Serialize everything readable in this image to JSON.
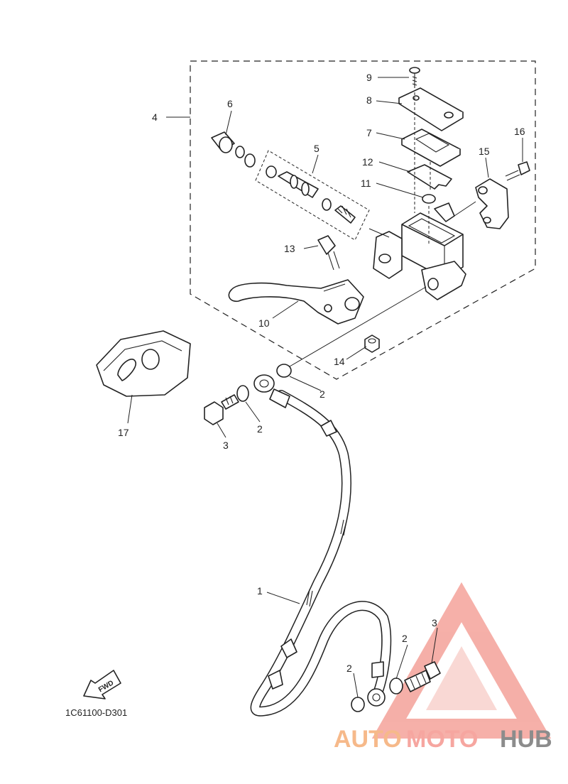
{
  "diagram": {
    "drawing_code": "1C61100-D301",
    "fwd_label": "FWD",
    "callouts": [
      "1",
      "2",
      "2",
      "2",
      "2",
      "3",
      "3",
      "4",
      "5",
      "6",
      "7",
      "8",
      "9",
      "10",
      "11",
      "12",
      "13",
      "14",
      "15",
      "16",
      "17"
    ]
  },
  "watermark": {
    "part1": "AUTO",
    "part2": "MOTO",
    "part3": "HUB",
    "colors": {
      "triangle": "#f4a29a",
      "auto": "#f6b98a",
      "moto": "#f6a6a0",
      "hub": "#8c8c8c"
    }
  }
}
